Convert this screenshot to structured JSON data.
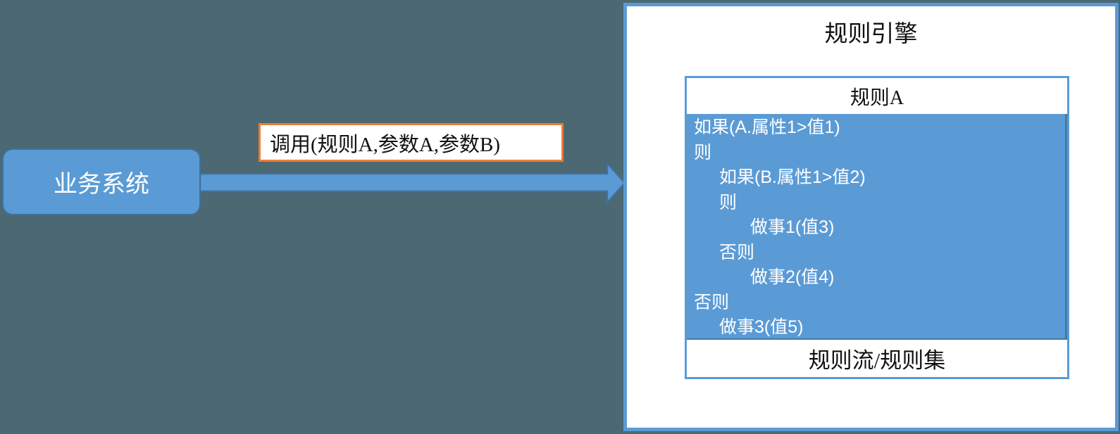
{
  "colors": {
    "background": "#4B6873",
    "accent_blue": "#5B9BD5",
    "accent_blue_dark": "#41719C",
    "accent_orange": "#ED7D31",
    "text_dark": "#111111",
    "text_light": "#FFFFFF"
  },
  "biz_box": {
    "label": "业务系统"
  },
  "call_label": {
    "text": "调用(规则A,参数A,参数B)"
  },
  "engine_panel": {
    "title": "规则引擎",
    "rule_box": {
      "header": "规则A",
      "body_lines": [
        {
          "indent": 0,
          "text": "如果(A.属性1>值1)"
        },
        {
          "indent": 0,
          "text": "则"
        },
        {
          "indent": 1,
          "text": "如果(B.属性1>值2)"
        },
        {
          "indent": 1,
          "text": "则"
        },
        {
          "indent": 2,
          "text": "做事1(值3)"
        },
        {
          "indent": 1,
          "text": "否则"
        },
        {
          "indent": 2,
          "text": "做事2(值4)"
        },
        {
          "indent": 0,
          "text": "否则"
        },
        {
          "indent": 1,
          "text": "做事3(值5)"
        }
      ],
      "footer": "规则流/规则集"
    }
  }
}
